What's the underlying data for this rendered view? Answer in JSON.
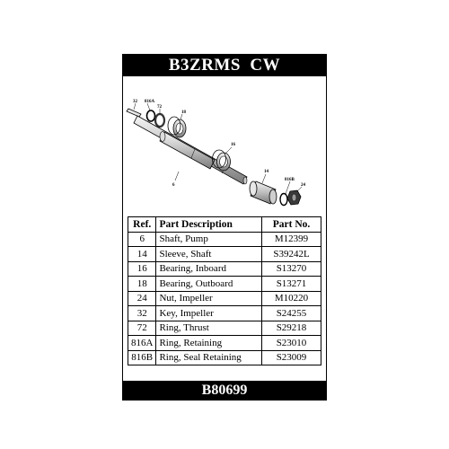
{
  "header": {
    "model": "B3ZRMS  CW"
  },
  "footer": {
    "kit_number": "B80699"
  },
  "diagram": {
    "callouts": [
      "32",
      "816A",
      "72",
      "18",
      "16",
      "6",
      "14",
      "816B",
      "24"
    ]
  },
  "table": {
    "headers": {
      "ref": "Ref.",
      "description": "Part Description",
      "part_no": "Part No."
    },
    "rows": [
      {
        "ref": "6",
        "description": "Shaft, Pump",
        "part_no": "M12399"
      },
      {
        "ref": "14",
        "description": "Sleeve, Shaft",
        "part_no": "S39242L"
      },
      {
        "ref": "16",
        "description": "Bearing, Inboard",
        "part_no": "S13270"
      },
      {
        "ref": "18",
        "description": "Bearing, Outboard",
        "part_no": "S13271"
      },
      {
        "ref": "24",
        "description": "Nut, Impeller",
        "part_no": "M10220"
      },
      {
        "ref": "32",
        "description": "Key, Impeller",
        "part_no": "S24255"
      },
      {
        "ref": "72",
        "description": "Ring, Thrust",
        "part_no": "S29218"
      },
      {
        "ref": "816A",
        "description": "Ring, Retaining",
        "part_no": "S23010"
      },
      {
        "ref": "816B",
        "description": "Ring, Seal Retaining",
        "part_no": "S23009"
      }
    ]
  }
}
